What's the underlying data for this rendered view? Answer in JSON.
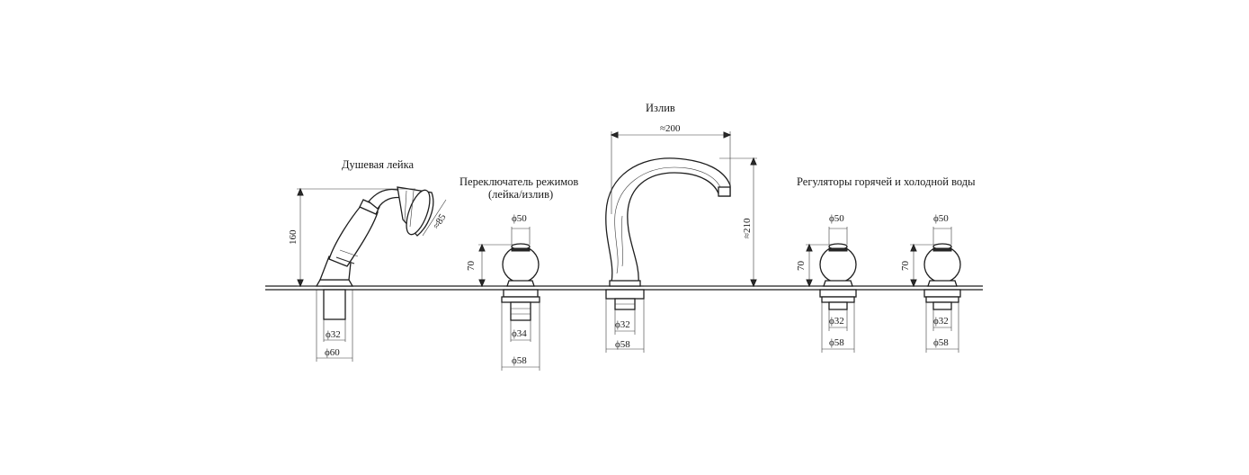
{
  "labels": {
    "hand_shower": "Душевая лейка",
    "mode_switch_line1": "Переключатель режимов",
    "mode_switch_line2": "(лейка/излив)",
    "spout": "Излив",
    "regulators": "Регуляторы горячей и холодной воды"
  },
  "dimensions": {
    "hand_shower": {
      "height": "160",
      "head": "≈85",
      "sleeve": "ϕ32",
      "flange": "ϕ60"
    },
    "mode_switch": {
      "top": "ϕ50",
      "height": "70",
      "inner": "ϕ34",
      "flange": "ϕ58"
    },
    "spout": {
      "reach": "≈200",
      "height": "≈210",
      "inner": "ϕ32",
      "flange": "ϕ58"
    },
    "regulator_hot": {
      "top": "ϕ50",
      "height": "70",
      "inner": "ϕ32",
      "flange": "ϕ58"
    },
    "regulator_cold": {
      "top": "ϕ50",
      "height": "70",
      "inner": "ϕ32",
      "flange": "ϕ58"
    }
  }
}
